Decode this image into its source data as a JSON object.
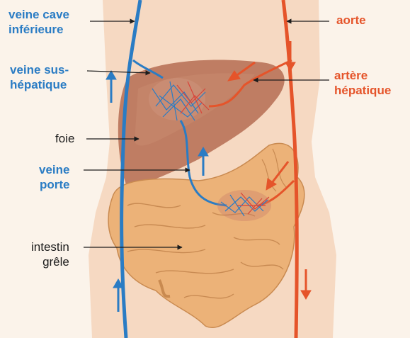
{
  "labels": {
    "veine_cave": [
      "veine cave",
      "inférieure"
    ],
    "veine_sus_hepatique": [
      "veine sus-",
      "hépatique"
    ],
    "foie": "foie",
    "veine_porte": [
      "veine",
      "porte"
    ],
    "intestin": [
      "intestin",
      "grêle"
    ],
    "aorte": "aorte",
    "artere_hepatique": [
      "artère",
      "hépatique"
    ]
  },
  "colors": {
    "vein": "#2a7cc4",
    "artery": "#e5542a",
    "liver": "#b87058",
    "intestine": "#ecb47a",
    "body": "#f7dcc8",
    "background": "#fbf3ea"
  }
}
